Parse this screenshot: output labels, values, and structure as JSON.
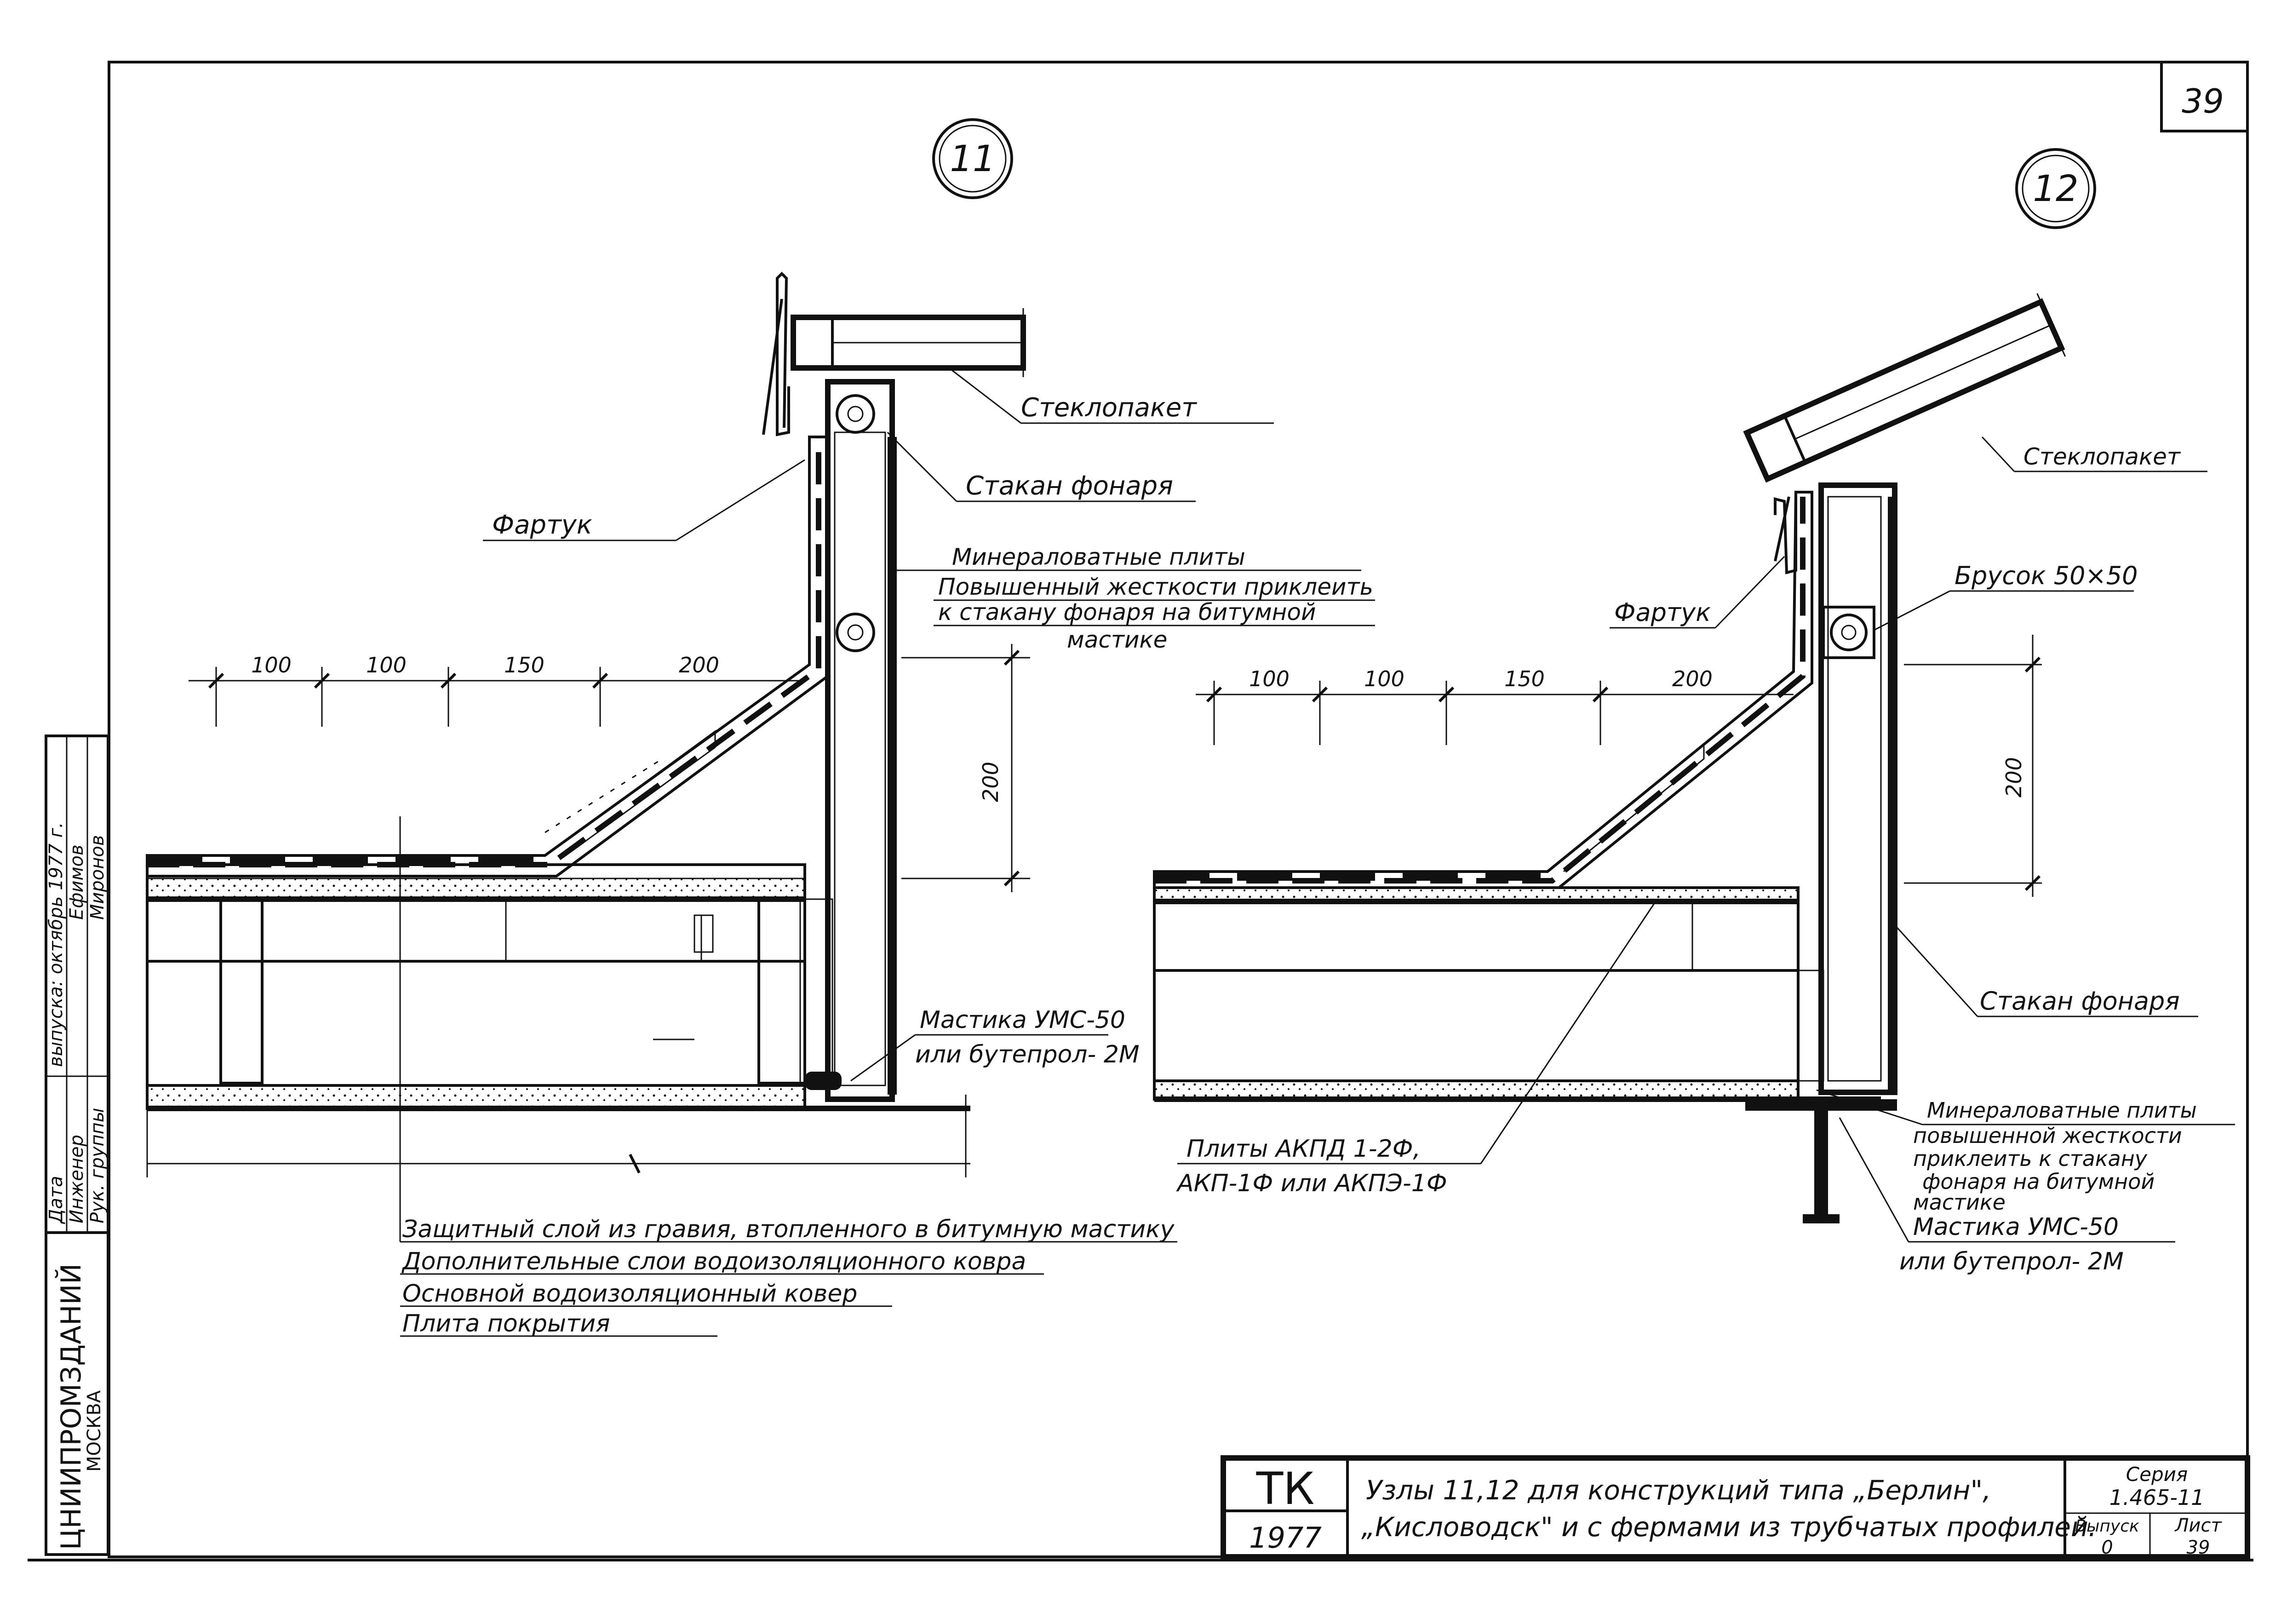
{
  "sheet_number": "39",
  "nodes": {
    "node11": {
      "label": "11"
    },
    "node12": {
      "label": "12"
    }
  },
  "dims": {
    "d1": "100",
    "d2": "100",
    "d3": "150",
    "d4": "200",
    "d5": "200",
    "e1": "100",
    "e2": "100",
    "e3": "150",
    "e4": "200",
    "e5": "200"
  },
  "callouts": {
    "left": {
      "steklopaket": "Стеклопакет",
      "stakan": "Стакан фонаря",
      "fartuk": "Фартук",
      "mineral_1": "Минераловатные плиты",
      "mineral_2": "Повышенный жесткости приклеить",
      "mineral_3": "к стакану фонаря на битумной",
      "mineral_4": "мастике",
      "mastika_1": "Мастика УМС-50",
      "mastika_2": "или бутепрол- 2М"
    },
    "right": {
      "steklopaket": "Стеклопакет",
      "brusok": "Брусок 50×50",
      "fartuk": "Фартук",
      "stakan": "Стакан фонаря",
      "mineral_1": "Минераловатные плиты",
      "mineral_2": "повышенной жесткости",
      "mineral_3": "приклеить к стакану",
      "mineral_4": "фонаря на битумной",
      "mineral_5": "мастике",
      "mastika_1": "Мастика УМС-50",
      "mastika_2": "или бутепрол- 2М",
      "plity_1": "Плиты АКПД 1-2Ф,",
      "plity_2": "АКП-1Ф или АКПЭ-1Ф"
    }
  },
  "legend": [
    "Защитный слой из гравия, втопленного в битумную мастику",
    "Дополнительные слои водоизоляционного ковра",
    "Основной водоизоляционный ковер",
    "Плита покрытия"
  ],
  "side_stamp": {
    "row1": [
      "Рук. группы",
      "Миронов"
    ],
    "row2": [
      "Инженер",
      "Ефимов"
    ],
    "row3": [
      "Дата",
      "выпуска: октябрь 1977 г."
    ],
    "org": "ЦНИИПРОМЗДАНИЙ",
    "city": "МОСКВА"
  },
  "title_block": {
    "code": "ТК",
    "year": "1977",
    "title_1": "Узлы 11,12 для конструкций типа „Берлин\",",
    "title_2": "„Кисловодск\" и с фермами из трубчатых профилей.",
    "series_label": "Серия",
    "series_value": "1.465-11",
    "issue_label": "Выпуск",
    "issue_value": "0",
    "sheet_label": "Лист",
    "sheet_value": "39"
  },
  "colors": {
    "ink": "#111111",
    "paper": "#ffffff"
  }
}
